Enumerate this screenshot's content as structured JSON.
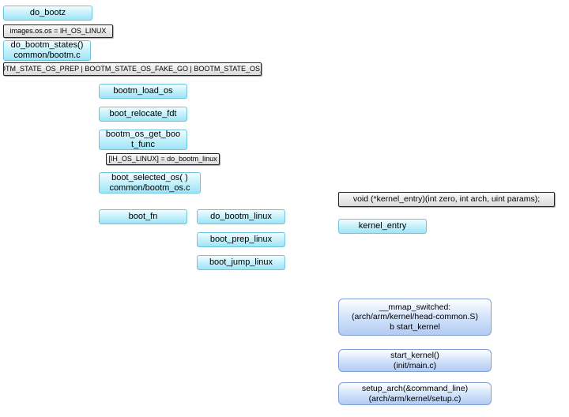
{
  "diagram": {
    "nodes": {
      "do_bootz": "do_bootz",
      "images_os_os": "images.os.os = IH_OS_LINUX",
      "do_bootm_states": "do_bootm_states()\ncommon/bootm.c",
      "bootm_states_flags": "BOOTM_STATE_OS_PREP | BOOTM_STATE_OS_FAKE_GO | BOOTM_STATE_OS_GO",
      "bootm_load_os": "bootm_load_os",
      "boot_relocate_fdt": "boot_relocate_fdt",
      "bootm_os_get_boot_func": "bootm_os_get_boo\nt_func",
      "ih_os_linux_map": "[IH_OS_LINUX] = do_bootm_linux",
      "boot_selected_os": "boot_selected_os(  )\ncommon/bootm_os.c",
      "boot_fn": "boot_fn",
      "do_bootm_linux": "do_bootm_linux",
      "boot_prep_linux": "boot_prep_linux",
      "boot_jump_linux": "boot_jump_linux",
      "kernel_entry_decl": "void  (*kernel_entry)(int  zero,  int  arch,  uint  params);",
      "kernel_entry": "kernel_entry",
      "mmap_switched": "__mmap_switched:\n(arch/arm/kernel/head-common.S)\nb  start_kernel",
      "start_kernel": "start_kernel()\n(init/main.c)",
      "setup_arch": "setup_arch(&command_line)\n(arch/arm/kernel/setup.c)"
    }
  }
}
